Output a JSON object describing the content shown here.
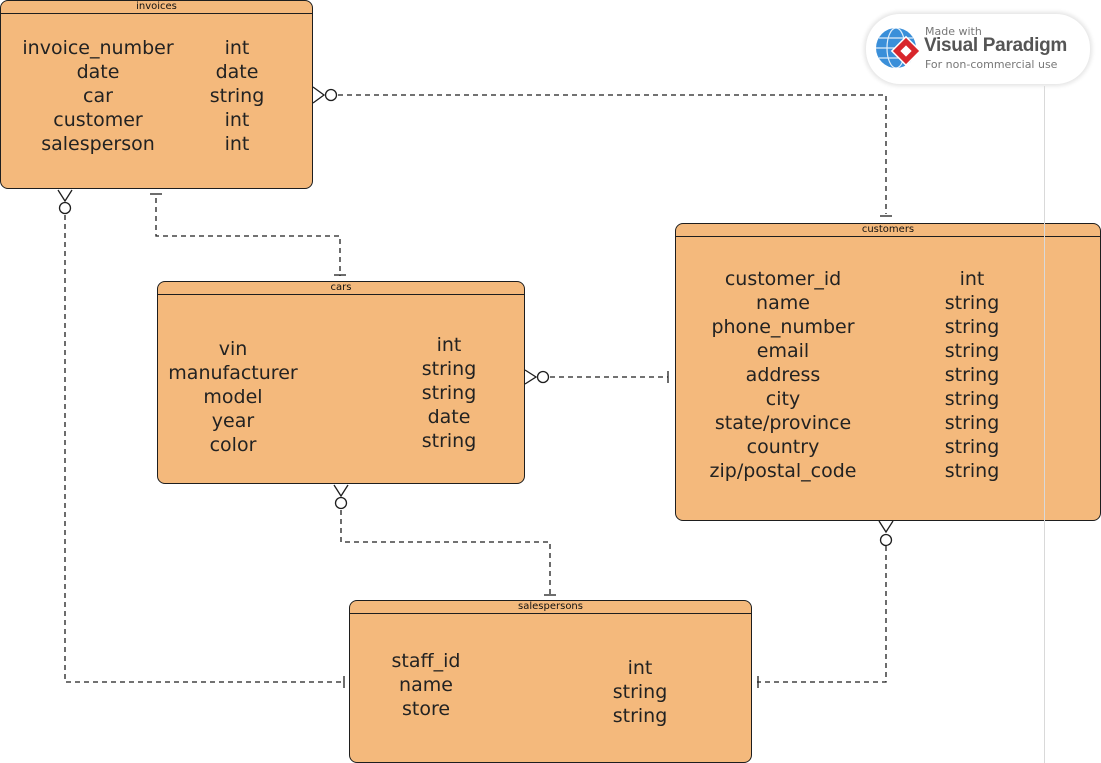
{
  "colors": {
    "entity_fill": "#f4b97c",
    "stroke": "#1e1e1e"
  },
  "entities": {
    "invoices": {
      "title": "invoices",
      "fields": [
        "invoice_number",
        "date",
        "car",
        "customer",
        "salesperson"
      ],
      "types": [
        "int",
        "date",
        "string",
        "int",
        "int"
      ]
    },
    "cars": {
      "title": "cars",
      "fields": [
        "vin",
        "manufacturer",
        "model",
        "year",
        "color"
      ],
      "types": [
        "int",
        "string",
        "string",
        "date",
        "string"
      ]
    },
    "customers": {
      "title": "customers",
      "fields": [
        "customer_id",
        "name",
        "phone_number",
        "email",
        "address",
        "city",
        "state/province",
        "country",
        "zip/postal_code"
      ],
      "types": [
        "int",
        "string",
        "string",
        "string",
        "string",
        "string",
        "string",
        "string",
        "string"
      ]
    },
    "salespersons": {
      "title": "salespersons",
      "fields": [
        "staff_id",
        "name",
        "store"
      ],
      "types": [
        "int",
        "string",
        "string"
      ]
    }
  },
  "relationships": [
    {
      "from": "invoices",
      "to": "customers",
      "from_end": "zero-or-many",
      "to_end": "one"
    },
    {
      "from": "invoices",
      "to": "cars",
      "from_end": "one",
      "to_end": "one"
    },
    {
      "from": "invoices",
      "to": "salespersons",
      "from_end": "zero-or-many",
      "to_end": "one"
    },
    {
      "from": "cars",
      "to": "customers",
      "from_end": "zero-or-many",
      "to_end": "one"
    },
    {
      "from": "cars",
      "to": "salespersons",
      "from_end": "zero-or-many",
      "to_end": "one"
    },
    {
      "from": "customers",
      "to": "salespersons",
      "from_end": "zero-or-many",
      "to_end": "one"
    }
  ],
  "watermark": {
    "made_with": "Made with",
    "brand": "Visual Paradigm",
    "note": "For non-commercial use",
    "icon": "visual-paradigm-logo-icon"
  }
}
